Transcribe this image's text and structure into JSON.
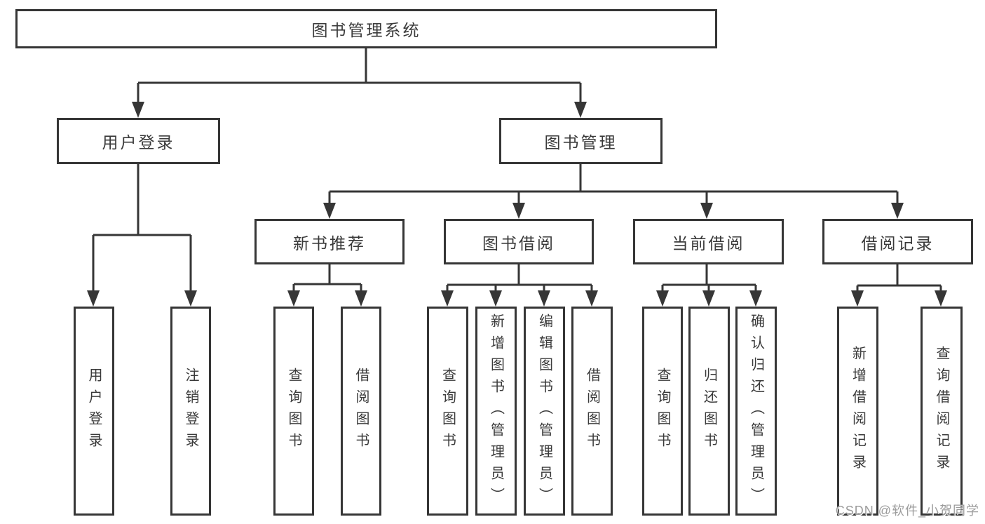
{
  "diagram": {
    "root": {
      "label": "图书管理系统"
    },
    "branches": [
      {
        "label": "用户登录",
        "children": [
          {
            "label": "用户登录"
          },
          {
            "label": "注销登录"
          }
        ]
      },
      {
        "label": "图书管理",
        "children": [
          {
            "label": "新书推荐",
            "children": [
              {
                "label": "查询图书"
              },
              {
                "label": "借阅图书"
              }
            ]
          },
          {
            "label": "图书借阅",
            "children": [
              {
                "label": "查询图书"
              },
              {
                "label": "新增图书（管理员）"
              },
              {
                "label": "编辑图书（管理员）"
              },
              {
                "label": "借阅图书"
              }
            ]
          },
          {
            "label": "当前借阅",
            "children": [
              {
                "label": "查询图书"
              },
              {
                "label": "归还图书"
              },
              {
                "label": "确认归还（管理员）"
              }
            ]
          },
          {
            "label": "借阅记录",
            "children": [
              {
                "label": "新增借阅记录"
              },
              {
                "label": "查询借阅记录"
              }
            ]
          }
        ]
      }
    ]
  },
  "watermark": {
    "text": "CSDN @软件_小贺同学"
  },
  "colors": {
    "line": "#363636",
    "box_border": "#363636",
    "text": "#3a3a3a",
    "watermark": "#9c9c9c",
    "background": "#ffffff"
  }
}
